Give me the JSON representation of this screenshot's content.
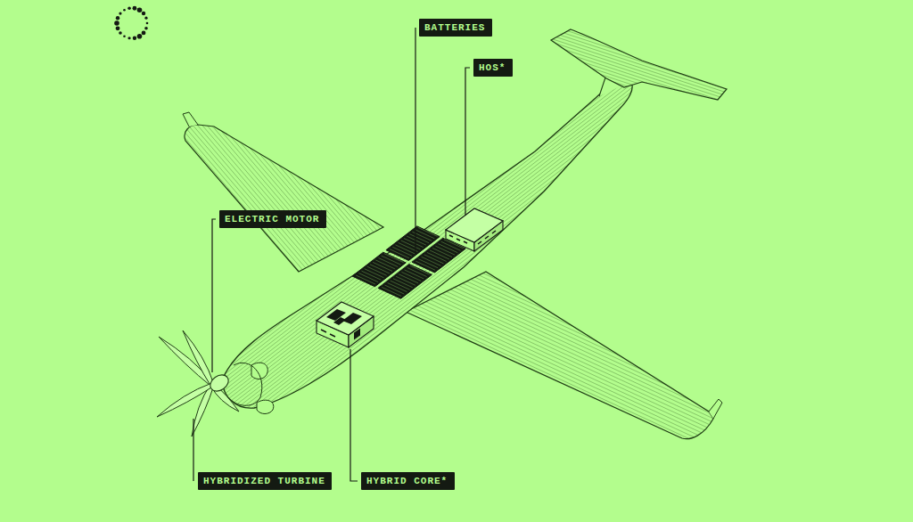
{
  "diagram": {
    "nodes": [
      {
        "text": [
          "BATTERIES"
        ]
      },
      {
        "text": [
          "HOS*"
        ]
      },
      {
        "text": [
          "ELECTRIC MOTOR"
        ]
      },
      {
        "text": [
          "HYBRIDIZED TURBINE"
        ]
      },
      {
        "text": [
          "HYBRID CORE*"
        ]
      }
    ]
  }
}
